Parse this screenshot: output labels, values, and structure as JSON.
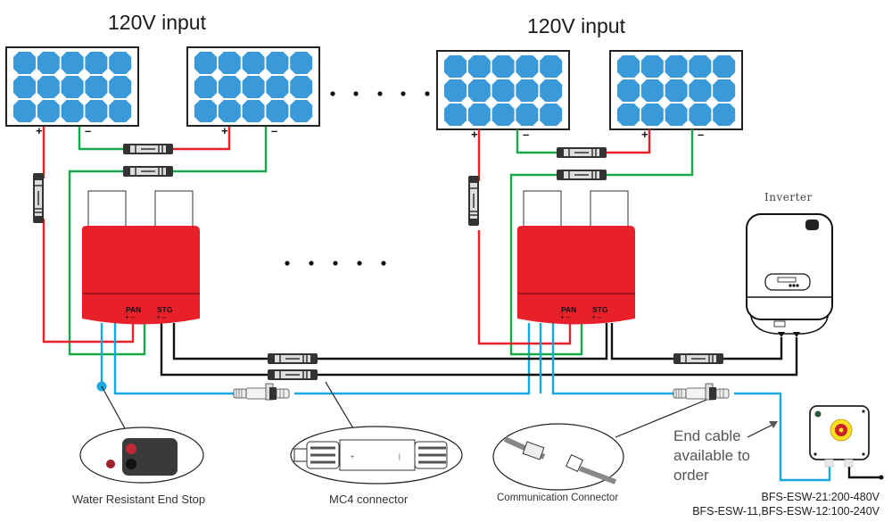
{
  "groups": [
    {
      "title": "120V input"
    },
    {
      "title": "120V input"
    }
  ],
  "panel": {
    "plus_sign": "+",
    "minus_sign": "–"
  },
  "optimizer": {
    "pan_label": "PAN",
    "stg_label": "STG",
    "polarity": "+ –"
  },
  "inverter": {
    "title": "Inverter"
  },
  "callouts": {
    "end_stop": "Water Resistant End Stop",
    "mc4": "MC4 connector",
    "comm": "Communication Connector"
  },
  "end_cable_note": "End cable available to order",
  "models": {
    "line1": "BFS-ESW-21:200-480V",
    "line2": "BFS-ESW-11,BFS-ESW-12:100-240V"
  },
  "colors": {
    "panel_cell": "#3a9ad9",
    "optimizer_red": "#e8202a",
    "wire_positive": "#e8202a",
    "wire_negative": "#18a84a",
    "wire_comm": "#18a8e0",
    "wire_dc": "#111111"
  },
  "icons": [
    "solar-panel-icon",
    "optimizer-icon",
    "inverter-icon",
    "mc4-connector-icon",
    "comm-connector-icon",
    "end-stop-icon",
    "emergency-switch-icon"
  ]
}
